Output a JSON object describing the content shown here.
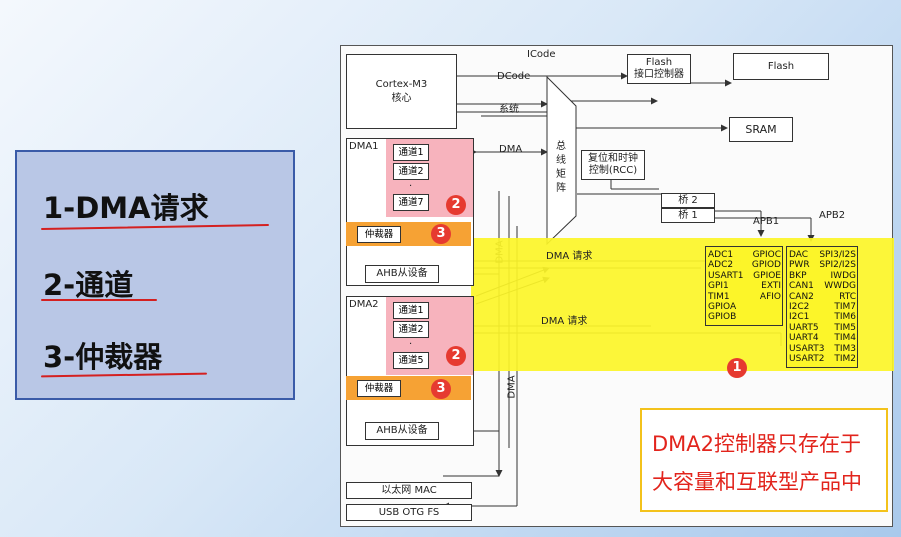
{
  "legend": {
    "items": [
      "1-DMA请求",
      "2-通道",
      "3-仲裁器"
    ]
  },
  "diagram": {
    "cortex": [
      "Cortex-M3",
      "核心"
    ],
    "buses": {
      "icode": "ICode",
      "dcode": "DCode",
      "system": "系统",
      "dma": "DMA",
      "dma_vertical": "DMA"
    },
    "bus_matrix": "总线矩阵",
    "flash_ctrl": [
      "Flash",
      "接口控制器"
    ],
    "flash": "Flash",
    "sram": "SRAM",
    "rcc": [
      "复位和时钟",
      "控制(RCC)"
    ],
    "bridge2": "桥 2",
    "bridge1": "桥 1",
    "apb1": "APB1",
    "apb2": "APB2",
    "dma1": {
      "title": "DMA1",
      "channels": [
        "通道1",
        "通道2",
        "·",
        "通道7"
      ],
      "arbiter": "仲裁器",
      "ahb_slave": "AHB从设备"
    },
    "dma2": {
      "title": "DMA2",
      "channels": [
        "通道1",
        "通道2",
        "·",
        "通道5"
      ],
      "arbiter": "仲裁器",
      "ahb_slave": "AHB从设备"
    },
    "dma_request": "DMA 请求",
    "apb2_periph": {
      "col1": [
        "ADC1",
        "ADC2",
        "USART1",
        "GPI1",
        "TIM1",
        "GPIOA",
        "GPIOB"
      ],
      "col2": [
        "GPIOC",
        "GPIOD",
        "GPIOE",
        "EXTI",
        "AFIO"
      ]
    },
    "apb1_periph": {
      "col1": [
        "DAC",
        "PWR",
        "BKP",
        "CAN1",
        "CAN2",
        "I2C2",
        "I2C1",
        "UART5",
        "UART4",
        "USART3",
        "USART2"
      ],
      "col2": [
        "SPI3/I2S",
        "SPI2/I2S",
        "IWDG",
        "WWDG",
        "RTC",
        "TIM7",
        "TIM6",
        "TIM5",
        "TIM4",
        "TIM3",
        "TIM2"
      ]
    },
    "ethernet": "以太网 MAC",
    "usb": "USB OTG FS",
    "badges": {
      "one": "1",
      "two": "2",
      "three": "3"
    }
  },
  "note": [
    "DMA2控制器只存在于",
    "大容量和互联型产品中"
  ],
  "colors": {
    "highlight_yellow": "#fcf528",
    "channel_pink": "#f7b3bd",
    "arbiter_orange": "#f6a234",
    "badge_red": "#e63a30",
    "note_red": "#e2241c"
  }
}
